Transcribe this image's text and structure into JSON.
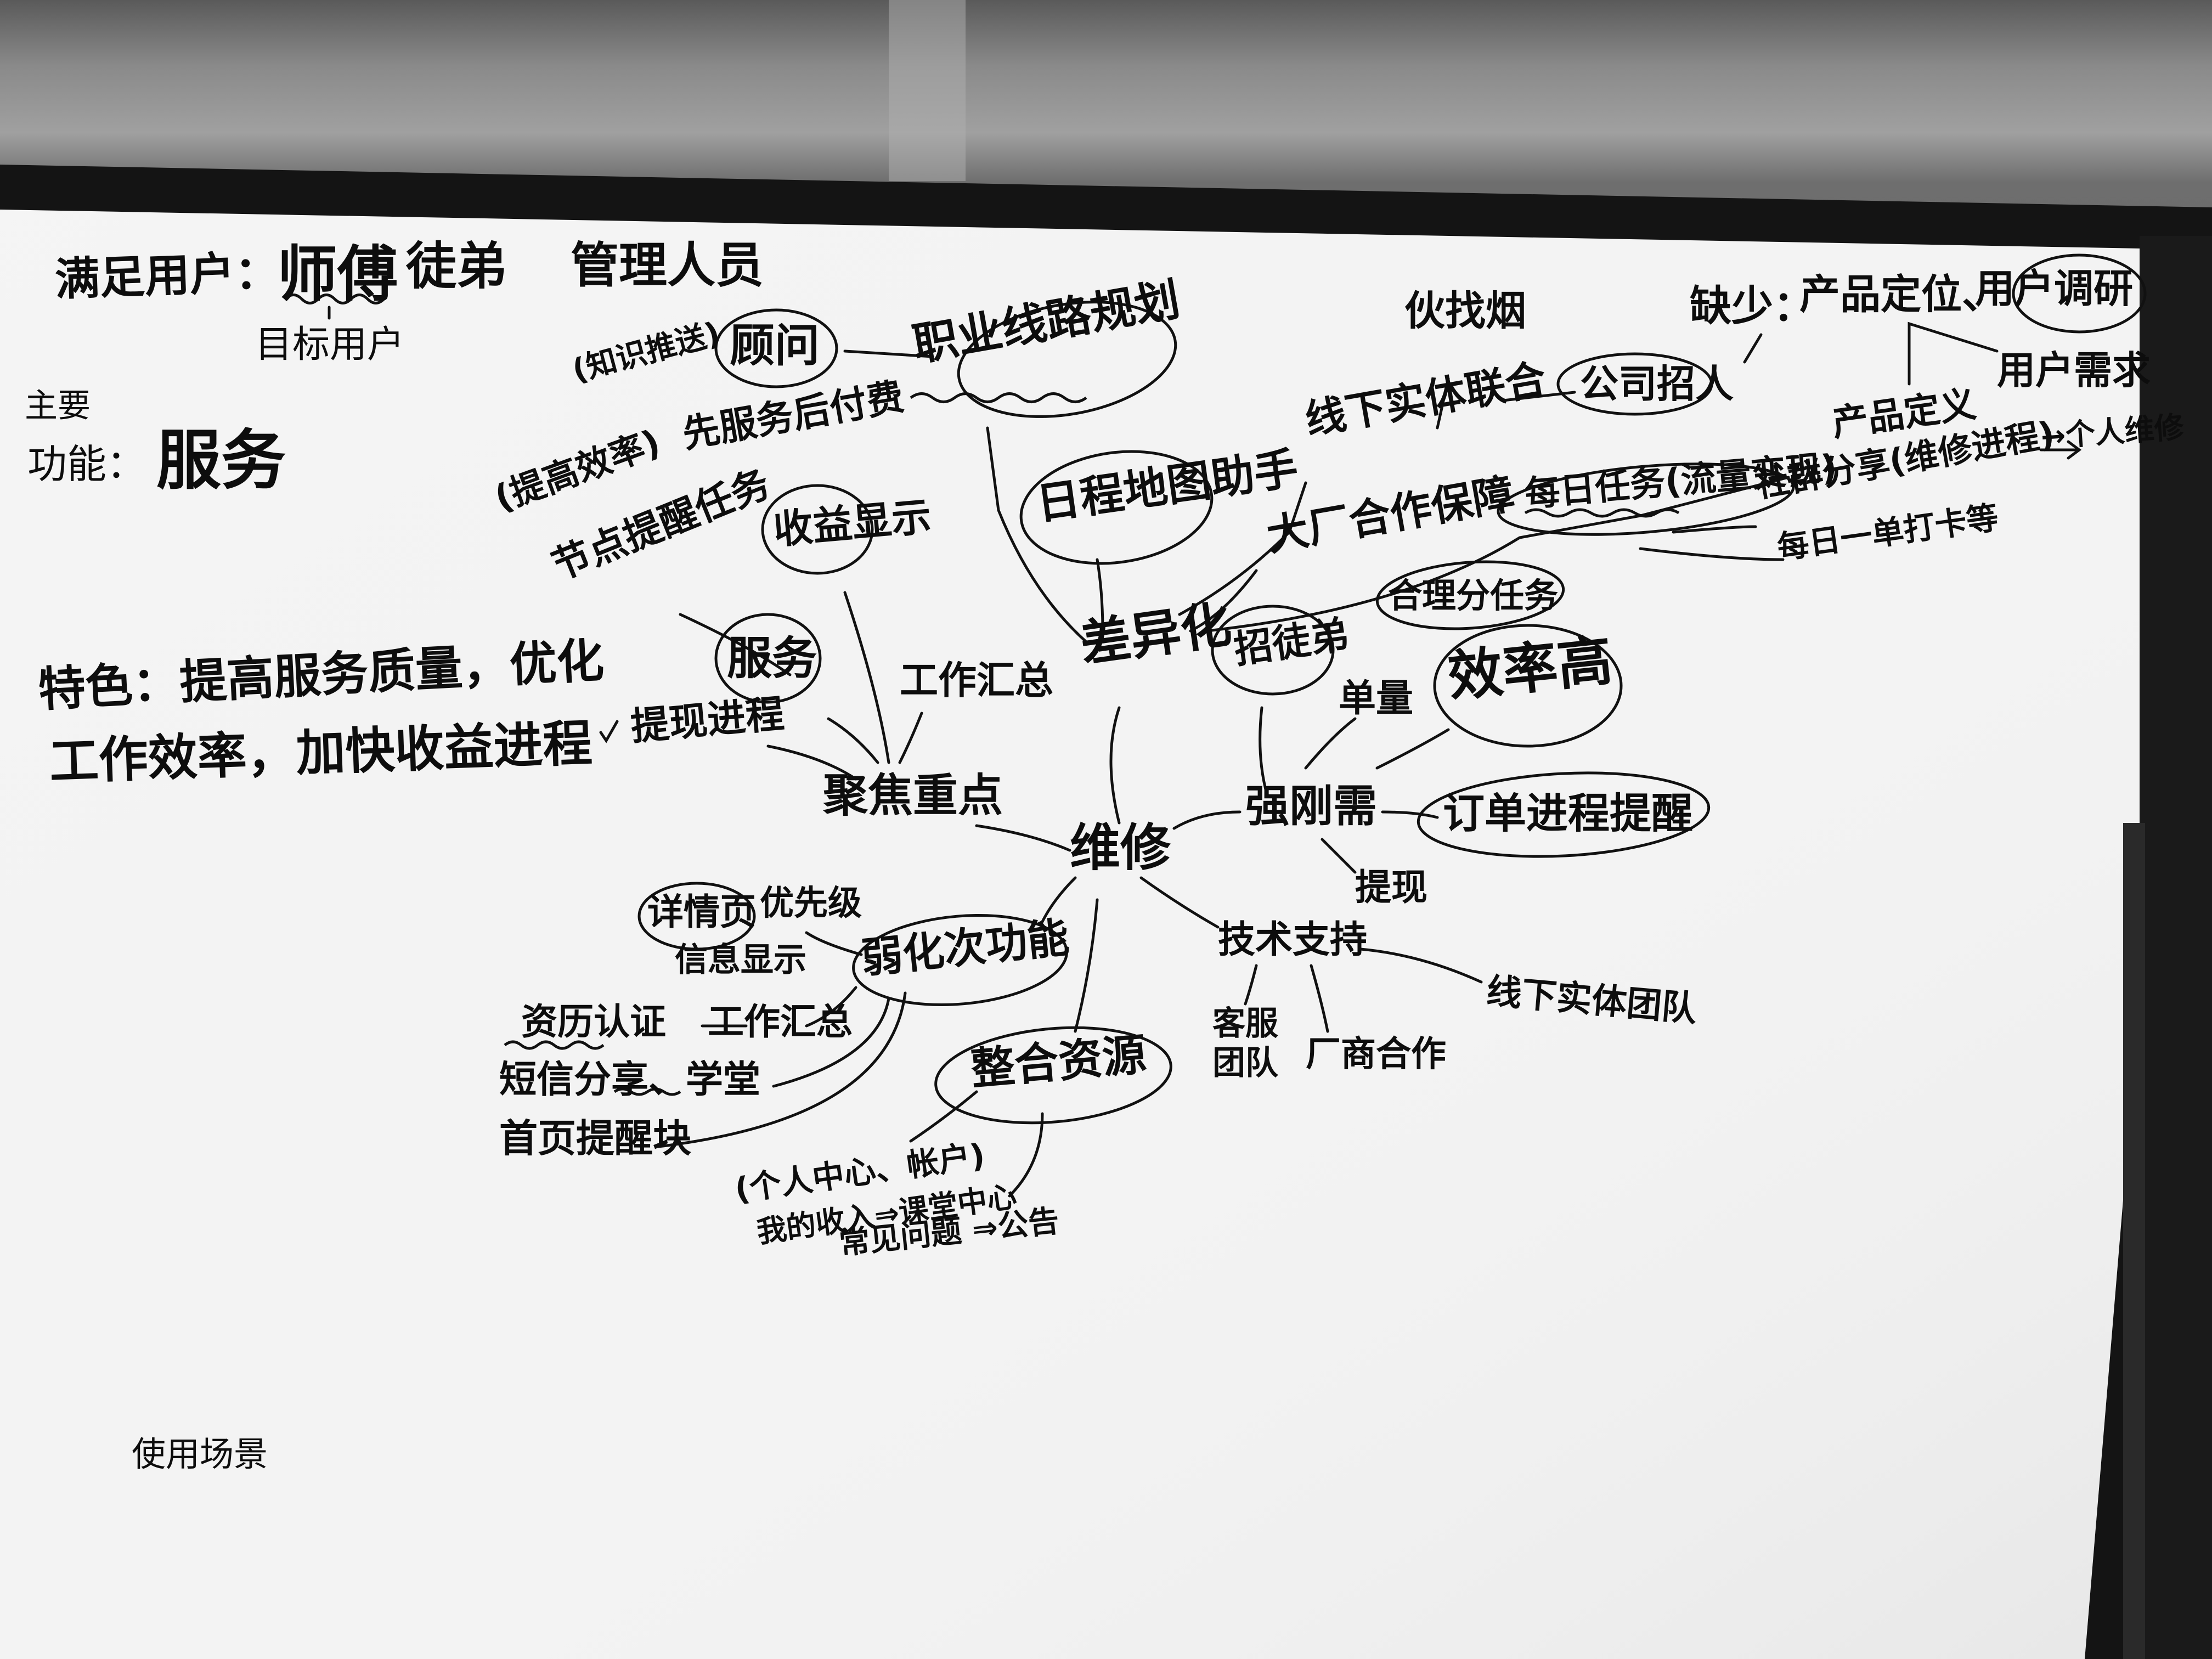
{
  "whiteboard": {
    "texts": {
      "satisfy_users": "满足用户：",
      "master": "师傅",
      "apprentice": "徒弟",
      "admin": "管理人员",
      "target_users": "目标用户",
      "main": "主要",
      "function": "功能：",
      "service_main": "服务",
      "features_line1": "特色：提高服务质量，优化",
      "features_line2": "工作效率，加快收益进程",
      "knowledge_push": "(知识推送)",
      "consultant": "顾问",
      "career_planning": "职业线路规划",
      "raise_offer": "(提高效率)",
      "service_first_pay": "先服务后付费",
      "festival_task": "节点提醒任务",
      "income_display": "收益显示",
      "service_node": "服务",
      "work_summary_top": "工作汇总",
      "withdraw_progress": "提现进程",
      "focus": "聚焦重点",
      "schedule_map": "日程地图助手",
      "differentiation": "差异化",
      "find_people": "伙找烟",
      "offline_alliance": "线下实体联合",
      "company_recruit": "公司招人",
      "factory_guarantee": "大厂合作保障",
      "daily_task": "每日任务(流量变现)",
      "community_share": "社群分享(维修进程)",
      "repair_worker": "→个人维修",
      "daily_checkin": "每日一单打卡等",
      "lack": "缺少：",
      "product_position": "产品定位、",
      "user_research": "用户调研",
      "product_define": "产品定义",
      "user_needs": "用户需求",
      "recruit_apprentice": "招徒弟",
      "assign_task": "合理分任务",
      "order_volume": "单量",
      "efficiency_high": "效率高",
      "hard_needs": "强刚需",
      "order_reminder": "订单进程提醒",
      "withdraw": "提现",
      "repair_center": "维修",
      "tech_support": "技术支持",
      "offline_team": "线下实体团队",
      "cs_team": "客服团队",
      "vendor_coop": "厂商合作",
      "detail_page": "详情页",
      "priority": "优先级",
      "info_display": "信息显示",
      "weak_function": "弱化次功能",
      "certificate": "资历认证",
      "work_summary": "工作汇总",
      "sms_share": "短信分享、学堂",
      "homepage_reminder": "首页提醒块",
      "integrate_resources": "整合资源",
      "personal_center": "(个人中心、帐户)",
      "income_course": "我的收入⇒课堂中心",
      "faq_notice": "常见问题 ⇒公告",
      "usage_scenario": "使用场景"
    }
  }
}
